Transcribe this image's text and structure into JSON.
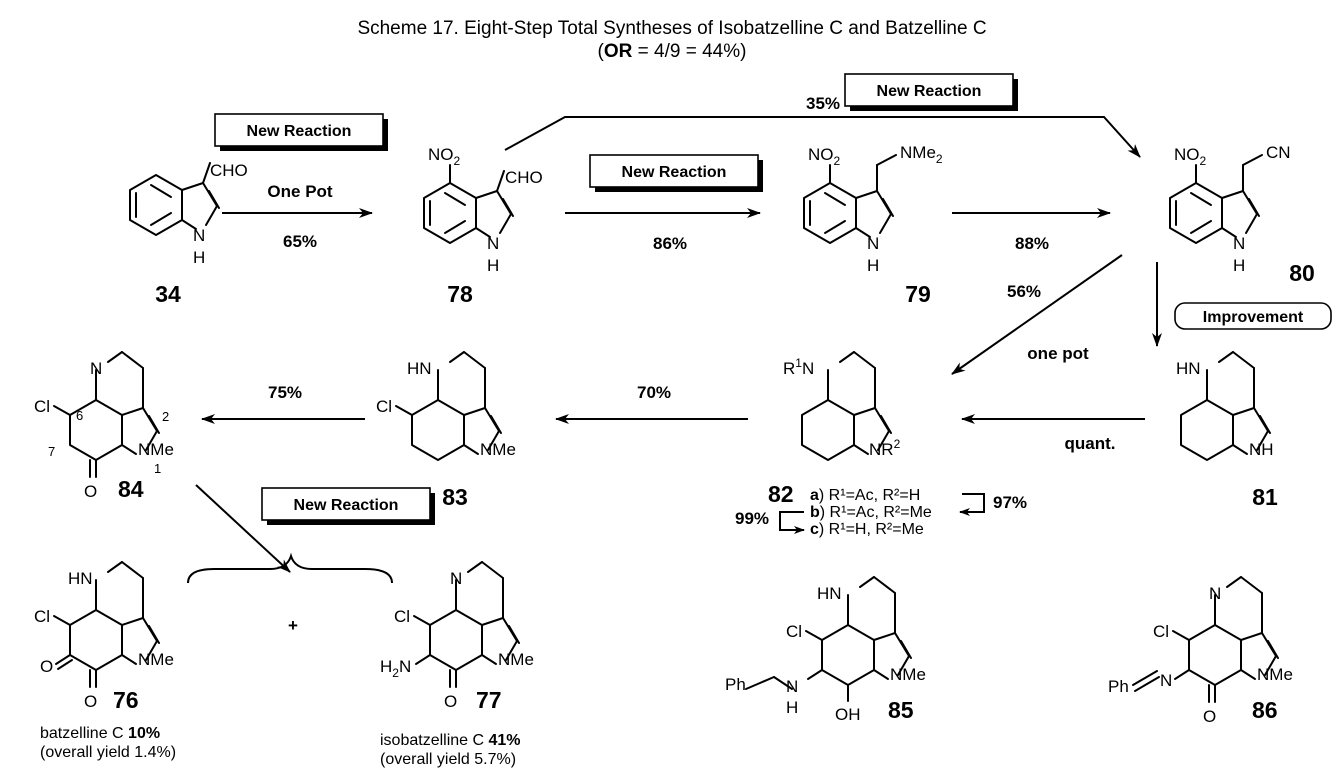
{
  "title": {
    "line1": "Scheme 17. Eight-Step Total Syntheses of Isobatzelline C and Batzelline C",
    "or_open": "(",
    "or_bold": "OR",
    "or_rest": " = 4/9 = 44%)"
  },
  "badges": {
    "new_reaction": "New Reaction",
    "improvement": "Improvement"
  },
  "conditions": {
    "step_34_78_top": "One Pot",
    "step_34_78_yield": "65%",
    "step_78_79": "86%",
    "step_78_80": "35%",
    "step_79_80": "88%",
    "step_79_82_yield": "56%",
    "step_79_82_note": "one pot",
    "step_80_81": "",
    "step_81_82": "quant.",
    "step_82_83": "70%",
    "step_83_84": "75%",
    "step_82a_82b": "97%",
    "step_82b_82c": "99%"
  },
  "compounds": {
    "c34": "34",
    "c78": "78",
    "c79": "79",
    "c80": "80",
    "c81": "81",
    "c82": "82",
    "c83": "83",
    "c84": "84",
    "c76": "76",
    "c77": "77",
    "c85": "85",
    "c86": "86"
  },
  "atoms": {
    "cho": "CHO",
    "no": "NO",
    "two": "2",
    "nme": "NMe",
    "cn": "CN",
    "n": "N",
    "nh": "NH",
    "hn": "HN",
    "h": "H",
    "cl": "Cl",
    "o": "O",
    "oh": "OH",
    "ph": "Ph",
    "h2": "H",
    "r": "R",
    "r1sup": "1",
    "r2sup": "2",
    "nr": "NR"
  },
  "numbering": {
    "pos1": "1",
    "pos2": "2",
    "pos6": "6",
    "pos7": "7"
  },
  "variants": {
    "a_letter": "a",
    "a_text": ") R¹=Ac, R²=H",
    "b_letter": "b",
    "b_text": ") R¹=Ac, R²=Me",
    "c_letter": "c",
    "c_text": ") R¹=H, R²=Me"
  },
  "products": {
    "plus": "+",
    "batz_name": "batzelline C ",
    "batz_yield": "10%",
    "batz_overall": "(overall yield 1.4%)",
    "iso_name": "isobatzelline C ",
    "iso_yield": "41%",
    "iso_overall": "(overall yield 5.7%)"
  }
}
